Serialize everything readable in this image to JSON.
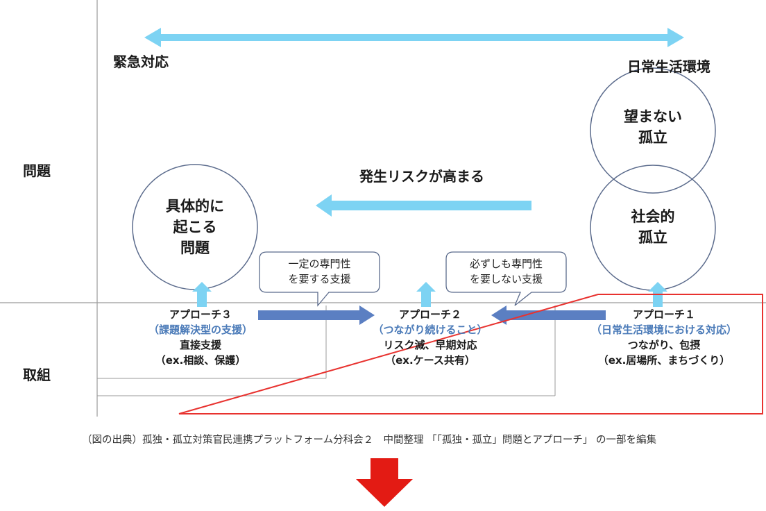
{
  "row_labels": {
    "problem": "問題",
    "action": "取組"
  },
  "axis": {
    "left": "緊急対応",
    "right": "日常生活環境"
  },
  "risk_label": "発生リスクが高まる",
  "circles": {
    "concrete_problem": [
      "具体的に",
      "起こる",
      "問題"
    ],
    "unwanted_isolation": [
      "望まない",
      "孤立"
    ],
    "social_isolation": [
      "社会的",
      "孤立"
    ]
  },
  "callouts": {
    "expertise_required": [
      "一定の専門性",
      "を要する支援"
    ],
    "expertise_not_required": [
      "必ずしも専門性",
      "を要しない支援"
    ]
  },
  "approaches": [
    {
      "title": "アプローチ３",
      "subtitle": "（課題解決型の支援）",
      "desc": [
        "直接支援",
        "（ex.相談、保護）"
      ]
    },
    {
      "title": "アプローチ２",
      "subtitle": "（つながり続けること）",
      "desc": [
        "リスク減、早期対応",
        "（ex.ケース共有）"
      ]
    },
    {
      "title": "アプローチ１",
      "subtitle": "（日常生活環境における対応）",
      "desc": [
        "つながり、包摂",
        "（ex.居場所、まちづくり）"
      ]
    }
  ],
  "caption": "（図の出典）孤独・孤立対策官民連携プラットフォーム分科会２　中間整理 「「孤独・孤立」問題とアプローチ」 の一部を編集",
  "colors": {
    "light_blue_arrow": "#7dd3f3",
    "dark_blue_arrow": "#5b7fc2",
    "subtitle_blue": "#4a7ab8",
    "red_outline": "#e8322f",
    "big_red_arrow": "#e31b14",
    "circle_stroke": "#5b6b8c",
    "callout_stroke": "#5b6b8c",
    "grid_line": "#9a9a9a"
  }
}
